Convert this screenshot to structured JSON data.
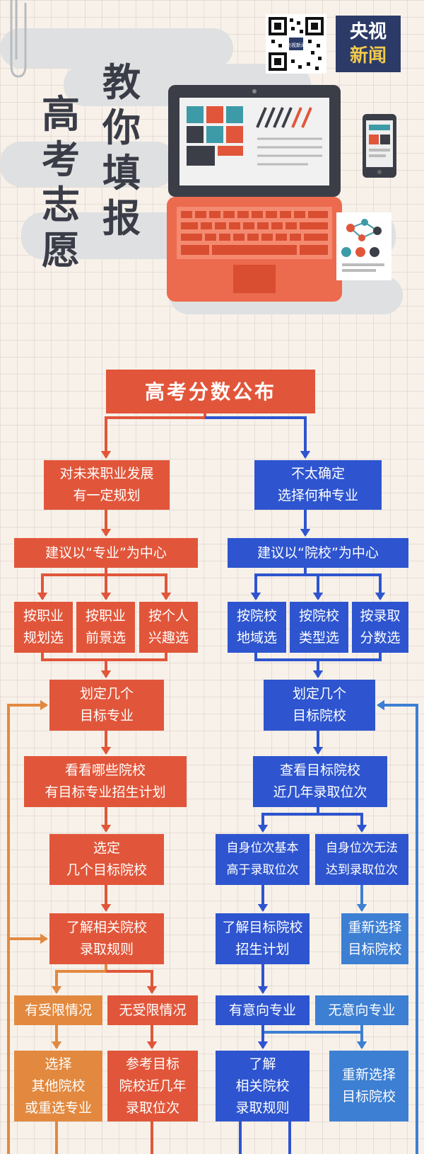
{
  "header": {
    "title_left": "高考志愿",
    "title_right": "教你填报",
    "logo_line1": "央视",
    "logo_line2": "新闻",
    "qr_label": "央视新闻"
  },
  "flow": {
    "top": "高考分数公布",
    "left": {
      "branch": "对未来职业发展\n有一定规划",
      "center": "建议以“专业”为中心",
      "options": [
        "按职业\n规划选",
        "按职业\n前景选",
        "按个人\n兴趣选"
      ],
      "target": "划定几个\n目标专业",
      "check": "看看哪些院校\n有目标专业招生计划",
      "select": "选定\n几个目标院校",
      "rules": "了解相关院校\n录取规则",
      "limited": "有受限情况",
      "unlimited": "无受限情况",
      "reselect": "选择\n其他院校\n或重选专业",
      "reference": "参考目标\n院校近几年\n录取位次"
    },
    "right": {
      "branch": "不太确定\n选择何种专业",
      "center": "建议以“院校”为中心",
      "options": [
        "按院校\n地域选",
        "按院校\n类型选",
        "按录取\n分数选"
      ],
      "target": "划定几个\n目标院校",
      "check": "查看目标院校\n近几年录取位次",
      "higher": "自身位次基本\n高于录取位次",
      "lower": "自身位次无法\n达到录取位次",
      "plan": "了解目标院校\n招生计划",
      "reselect1": "重新选择\n目标院校",
      "intended": "有意向专业",
      "nointended": "无意向专业",
      "rules": "了解\n相关院校\n录取规则",
      "reselect2": "重新选择\n目标院校"
    }
  },
  "colors": {
    "red": "#e1563a",
    "blue": "#2e55cf",
    "orange": "#e2893f",
    "light_blue": "#3d7fd3",
    "background": "#f7f1ea"
  }
}
